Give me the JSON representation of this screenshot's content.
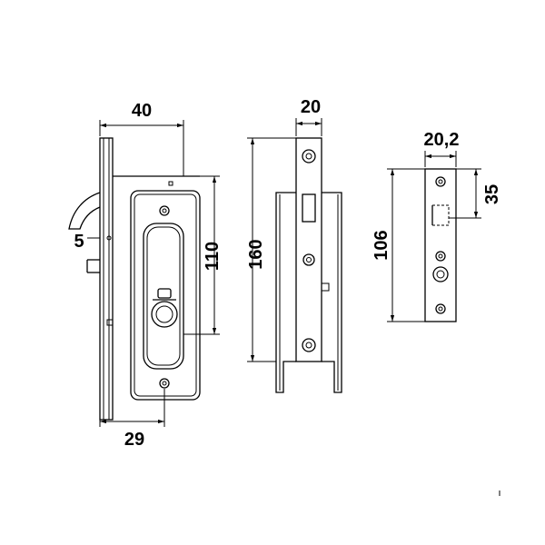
{
  "dimensions": {
    "front_width": "40",
    "front_slot": "5",
    "front_height": "110",
    "front_backset": "29",
    "side_width": "20",
    "side_height": "160",
    "faceplate_width": "20,2",
    "faceplate_height": "106",
    "faceplate_offset": "35"
  }
}
